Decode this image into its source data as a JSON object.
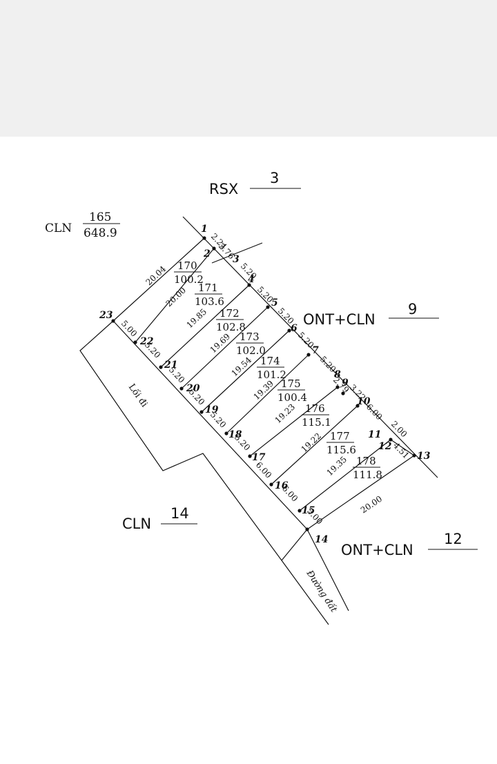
{
  "colors": {
    "ink": "#111111",
    "band": "#f0f0f0",
    "paper": "#ffffff"
  },
  "zones": {
    "rsx": {
      "label": "RSX",
      "number": "3"
    },
    "ont_cln_9": {
      "label": "ONT+CLN",
      "number": "9"
    },
    "ont_cln_12": {
      "label": "ONT+CLN",
      "number": "12"
    },
    "cln_14": {
      "label": "CLN",
      "number": "14"
    },
    "cln_165": {
      "label": "CLN",
      "number": "165",
      "area": "648.9"
    },
    "path_label": "Lối đi",
    "road_label": "Đường đất"
  },
  "parcels": [
    {
      "number": "170",
      "area": "100.2"
    },
    {
      "number": "171",
      "area": "103.6"
    },
    {
      "number": "172",
      "area": "102.8"
    },
    {
      "number": "173",
      "area": "102.0"
    },
    {
      "number": "174",
      "area": "101.2"
    },
    {
      "number": "175",
      "area": "100.4"
    },
    {
      "number": "176",
      "area": "115.1"
    },
    {
      "number": "177",
      "area": "115.6"
    },
    {
      "number": "178",
      "area": "111.8"
    }
  ],
  "vertices": {
    "v1": "1",
    "v2": "2",
    "v3": "3",
    "v4": "4",
    "v5": "5",
    "v6": "6",
    "v7": "7",
    "v8": "8",
    "v9": "9",
    "v10": "10",
    "v11": "11",
    "v12": "12",
    "v13": "13",
    "v14": "14",
    "v15": "15",
    "v16": "16",
    "v17": "17",
    "v18": "18",
    "v19": "19",
    "v20": "20",
    "v21": "21",
    "v22": "22",
    "v23": "23"
  },
  "dimensions": {
    "top_1_2": "2.24",
    "top_2_3": "2.76",
    "top_3_4": "5.20",
    "top_4_5": "5.20",
    "top_5_6": "5.20",
    "top_6_7": "5.20",
    "top_7_8": "5.20",
    "top_8_9": "2.79",
    "top_9_10": "3.22",
    "top_10_11": "6.00",
    "top_11_12": "2.00",
    "right_12_13": "4.51",
    "bottom_13_14": "20.00",
    "left_23_22": "5.00",
    "left_22_21": "5.20",
    "left_21_20": "5.20",
    "left_20_19": "5.20",
    "left_19_18": "5.20",
    "left_18_17": "5.20",
    "left_17_16": "6.00",
    "left_16_15": "6.00",
    "left_15_14": "5.00",
    "div_1_23": "20.04",
    "div_3_22": "20.00",
    "div_4_21": "19.85",
    "div_5_20": "19.69",
    "div_6_19": "19.54",
    "div_7_18": "19.39",
    "div_8_17": "19.23",
    "div_10_16": "19.22",
    "div_11_15": "19.35"
  }
}
